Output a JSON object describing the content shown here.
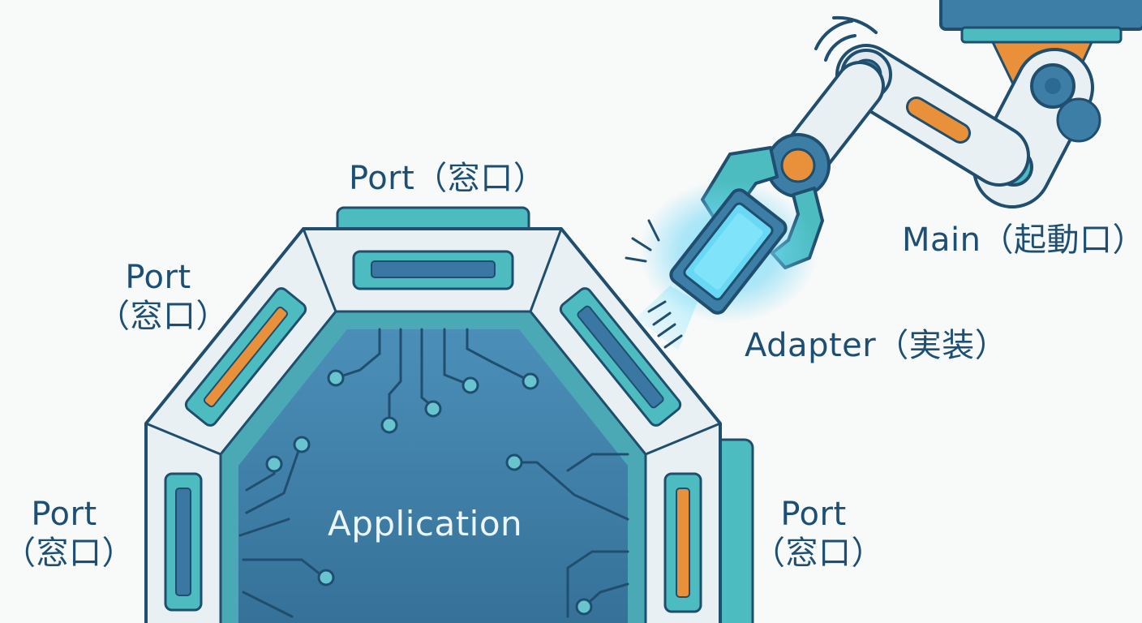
{
  "diagram": {
    "labels": {
      "port_top": "Port（窓口）",
      "port_left_upper_word": "Port",
      "port_left_upper_jp": "（窓口）",
      "port_left_lower_word": "Port",
      "port_left_lower_jp": "（窓口）",
      "port_right_word": "Port",
      "port_right_jp": "（窓口）",
      "application": "Application",
      "adapter": "Adapter（実装）",
      "main": "Main（起動口）"
    },
    "colors": {
      "background": "#f8f9f9",
      "navy_outline": "#1f4e6e",
      "frame_light": "#e9f0f4",
      "core_blue": "#3d7ea6",
      "core_teal_band": "#4aa9b5",
      "teal_accent": "#4dbcc0",
      "orange_accent": "#e8913a",
      "glow_cyan": "#68d8f5",
      "text_navy": "#1d4f74"
    },
    "icons": [
      "robot-arm-icon",
      "adapter-chip-icon",
      "circuit-trace-icon",
      "hexagon-core-icon"
    ]
  }
}
